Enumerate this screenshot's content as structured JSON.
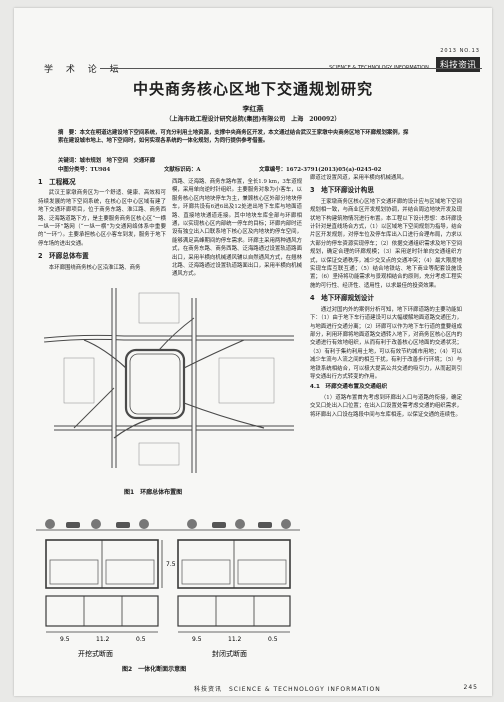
{
  "header": {
    "column_label": "学 术 论 坛",
    "issue": "2013  NO.13",
    "journal_en": "SCIENCE & TECHNOLOGY INFORMATION",
    "journal_cn": "科技资讯"
  },
  "paper": {
    "title": "中央商务核心区地下交通规划研究",
    "author": "李红燕",
    "affiliation": "（上海市政工程设计研究总院(集团)有限公司　上海　200092）",
    "abstract_1": "摘　要：本文在明道达建设地下空间系统，可充分利用土地资源，支撑中央商务区开发，本文通过结合武汉王家墩中央商务区地下环廊规划案例，探",
    "abstract_2": "索在建设城市地上、地下空间时，如何实现各系统的一体化规划，为同行提供参考借鉴。",
    "keywords": "关键词：城市规划　地下空间　交通环廊",
    "clc": "中图分类号：TU984",
    "doc_code": "文献标识码：A",
    "article_id": "文章编号：1672-3791(2013)05(a)-0245-02"
  },
  "col1": {
    "sec1": "1　工程概况",
    "sec1_p": "武汉王家墩商务区为一个舒适、健康、高效和可持续发展的地下空间系统，在核心区中心区域有建了地下交通环廊项目，位于商务东路、淮江路、商务西路、泛海路道路下方，是主要服务商务区核心区“一横一纵一环”路网（“一纵一横”为交通网络体系中重要的“一环”）。主要承担核心区小客车到发，服务于地下停车场的进出交通。",
    "sec2": "2　环廊总体布置",
    "sec2_p": "本环廊围绕商务核心区沿淮江路、商务"
  },
  "col2": {
    "p1": "西路、泛海路、商务东路布置，全长1.9 km，3车道规模，采用单向逆时针组织。主要服务对象为小客车，以服务核心区内地块停车为主，兼顾核心区外部分地块停车，环廊共设有6进6出及12处进出地下车库与地面道路、直接地块通道连接。其中地块车库全部与环廊相通，以实现核心区内部统一停车的目标；环廊内部时还设有独立出入口联系地下核心区及内地块的停车空间，能够满足高峰期间的停车需求。环廊主采用两种通风方式，在商务东路、商务西路、泛海路通过设置轨道路面出口，采用半横向机械通风辅以自然通风方式，在翘林北路、泛海路通过设置轨道路面出口，采用半横向机械通风方式。"
  },
  "col3": {
    "p0": "廊道过设置风道，采用半横向机械通风。",
    "sec3": "3　地下环廊设计构思",
    "sec3_p": "王家墩商务区核心区地下交通环廊的设计应与区域地下空间规划相一致，与商业区开发规划协调，并结合周边地块开发及现状地下构建筑物情况进行布置。本工程以下设计思想：本环廊设计针对是直线场合方式，（1）以区域地下空间规划为指导，结合片区开发规划，对停车位及停车库出入口进行合理布局，力求以大部分的停车资源实现停车；（2）依据交通组织需求及地下空间规划，确定合理的环廊规模；（3）采用逆时针单向交通组织方式，以保证交通秩序，减少交叉点的交通冲突；（4）最大限度地实现车库互联互通；（5）结合地铁站、地下商业等配套设施设置；（6）坚持将功能需求与景观相结合的原则，充分考虑工程实施的可行性、经济性、适用性，以求最佳的投资效果。",
    "sec4": "4　地下环廊规划设计",
    "sec4_p": "通过对国内外的案例分析可知，地下环廊道路的主要功能如下：（1）由于地下车行道建设可以大幅缓解地面道路交通压力，与地面进行交通分离；（2）环廊可以作为地下车行道的重要组成部分，利用环廊将地面道路交通转入地下，对商务区核心区内的交通进行有效地组织，从而有利于改善核心区地面的交通状况；（3）有利于集约利用土地，可以有效节约城市用地；（4）可以减少车流与人流之间的相互干扰，有利于改善步行环境；（5）与地铁系统相结合，可以极大提高公共交通的吸引力，从而起到引导交通出行方式转变的作用。",
    "sub41": "4.1　环廊交通布置及交通组织",
    "sub41_p": "（1）道路布置首先考虑到环廊出入口与道路的衔接，确定交叉口处出入口位置；在出入口设置处需考虑交通的组织需求，将环廊出入口设在路段中间与车库相连，以保证交通的连续性。"
  },
  "figures": {
    "fig1_caption": "图1　环廊总体布置图",
    "fig2_caption": "图2　一体化断面示意图",
    "fig2_left_label": "开挖式断面",
    "fig2_right_label": "封闭式断面",
    "dims_left": [
      "9.5",
      "11.2",
      "0.5"
    ],
    "dims_right": [
      "9.5",
      "11.2",
      "0.5"
    ],
    "dim_top": "7.5"
  },
  "footer": {
    "journal": "科技资讯　SCIENCE & TECHNOLOGY INFORMATION",
    "page": "245"
  }
}
